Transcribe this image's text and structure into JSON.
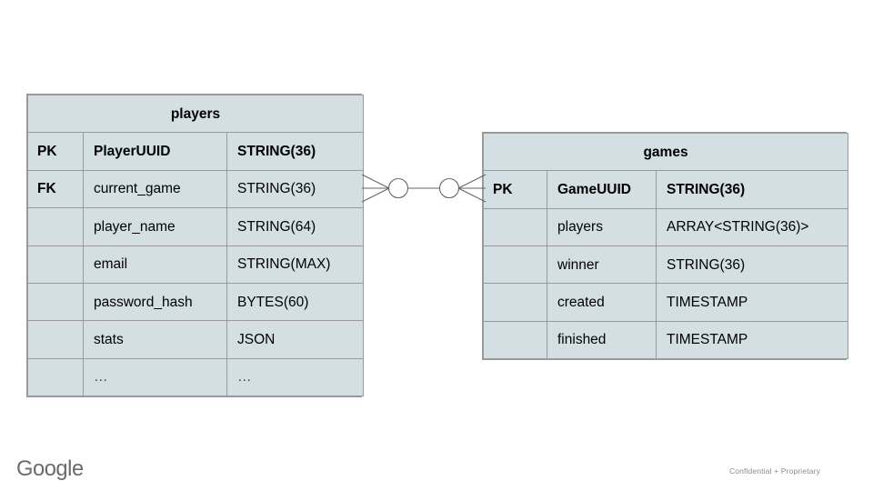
{
  "slide": {
    "background_color": "#ffffff",
    "entity_fill_color": "#d3dfe3",
    "entity_border_color": "#9a9a9a",
    "connector_color": "#666666"
  },
  "entities": [
    {
      "id": "players",
      "title": "players",
      "rows": [
        {
          "key": "PK",
          "name": "PlayerUUID",
          "type": "STRING(36)",
          "bold": true
        },
        {
          "key": "FK",
          "name": "current_game",
          "type": "STRING(36)",
          "bold": false
        },
        {
          "key": "",
          "name": "player_name",
          "type": "STRING(64)",
          "bold": false
        },
        {
          "key": "",
          "name": "email",
          "type": "STRING(MAX)",
          "bold": false
        },
        {
          "key": "",
          "name": "password_hash",
          "type": "BYTES(60)",
          "bold": false
        },
        {
          "key": "",
          "name": "stats",
          "type": "JSON",
          "bold": false
        },
        {
          "key": "",
          "name": "…",
          "type": "…",
          "bold": false,
          "ellipsis": true
        }
      ]
    },
    {
      "id": "games",
      "title": "games",
      "rows": [
        {
          "key": "PK",
          "name": "GameUUID",
          "type": "STRING(36)",
          "bold": true
        },
        {
          "key": "",
          "name": "players",
          "type": "ARRAY<STRING(36)>",
          "bold": false
        },
        {
          "key": "",
          "name": "winner",
          "type": "STRING(36)",
          "bold": false
        },
        {
          "key": "",
          "name": "created",
          "type": "TIMESTAMP",
          "bold": false
        },
        {
          "key": "",
          "name": "finished",
          "type": "TIMESTAMP",
          "bold": false
        }
      ]
    }
  ],
  "relationship": {
    "from_entity": "players",
    "to_entity": "games",
    "from_cardinality": "zero-or-many",
    "to_cardinality": "zero-or-many",
    "notation": "crows-foot"
  },
  "footer": {
    "logo_text": "Google",
    "note": "Confidential + Proprietary"
  }
}
